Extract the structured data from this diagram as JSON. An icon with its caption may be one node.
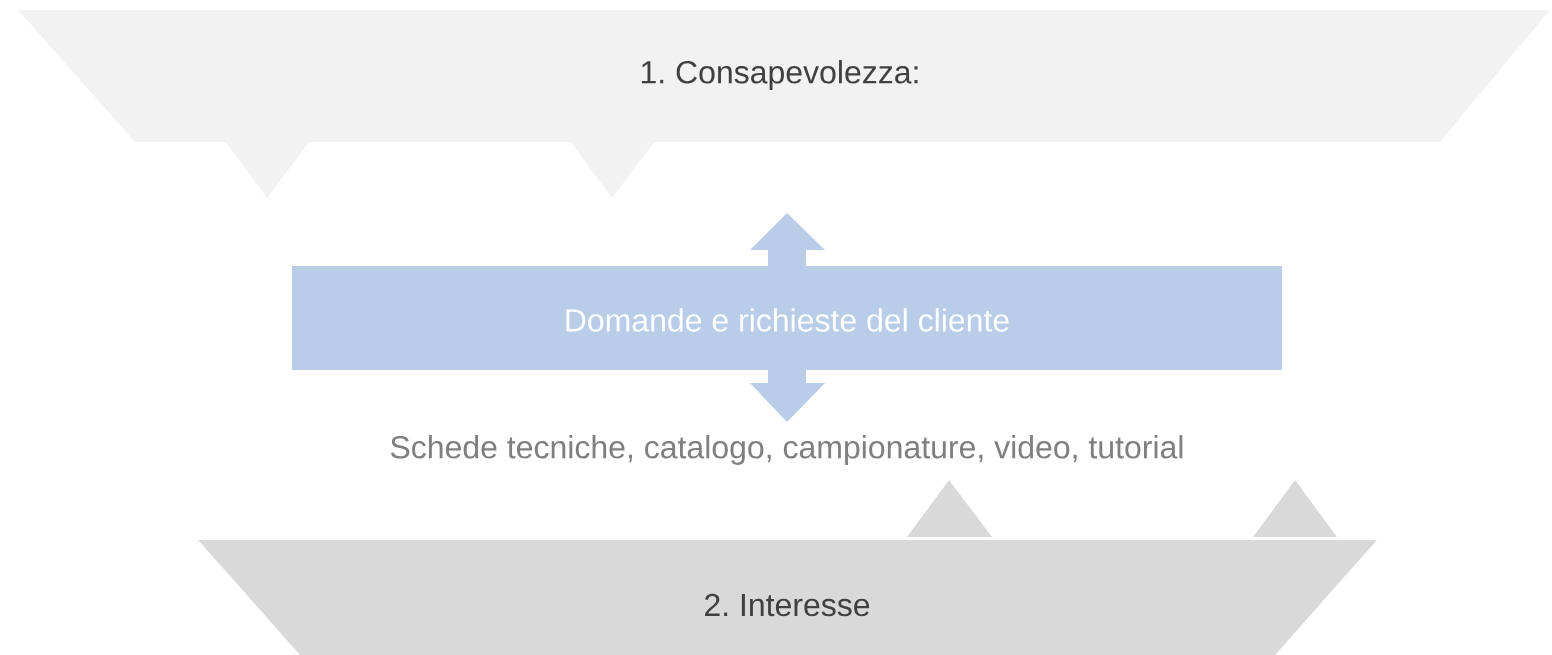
{
  "diagram": {
    "nodes": [
      {
        "text": [
          "1. Consapevolezza:"
        ]
      },
      {
        "text": [
          "Domande e richieste del cliente"
        ]
      },
      {
        "text": [
          "2. Interesse"
        ]
      }
    ],
    "labels": [
      "Schede tecniche, catalogo,  campionature, video, tutorial"
    ]
  }
}
